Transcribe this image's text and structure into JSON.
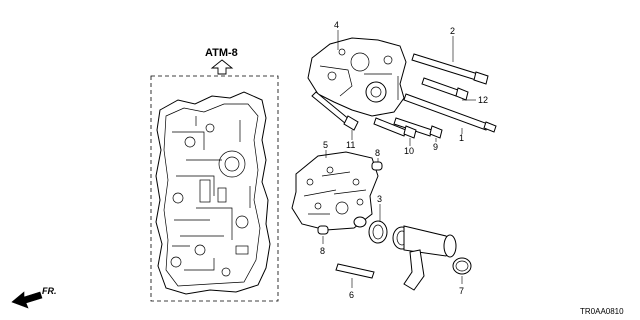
{
  "diagram": {
    "reference": {
      "label": "ATM-8",
      "arrow_icon": "up-arrow-icon"
    },
    "direction_indicator": {
      "label": "FR.",
      "arrow_icon": "front-direction-arrow-icon"
    },
    "diagram_code": "TR0AA0810",
    "callouts": {
      "c1": "1",
      "c2": "2",
      "c3": "3",
      "c4": "4",
      "c5": "5",
      "c6": "6",
      "c7": "7",
      "c8a": "8",
      "c8b": "8",
      "c9": "9",
      "c10": "10",
      "c11": "11",
      "c12": "12"
    }
  }
}
